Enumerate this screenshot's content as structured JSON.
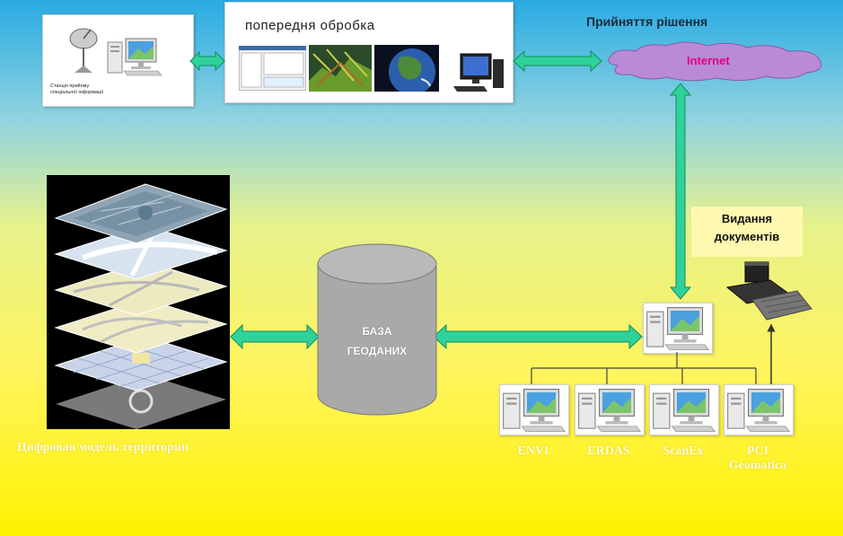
{
  "station": {
    "caption_line1": "Станція прийому",
    "caption_line2": "спеціальної інформації"
  },
  "preprocessing": {
    "title": "попередня обробка"
  },
  "decision": {
    "title": "Прийняття рішення"
  },
  "internet": {
    "label": "Internet"
  },
  "database": {
    "line1": "БАЗА",
    "line2": "ГЕОДАНИХ"
  },
  "digital_model": {
    "label": "Цифровая модель территории"
  },
  "documents": {
    "line1": "Видання",
    "line2": "документів"
  },
  "software": [
    {
      "label_line1": "ENVI",
      "label_line2": ""
    },
    {
      "label_line1": "ERDAS",
      "label_line2": ""
    },
    {
      "label_line1": "ScanEx",
      "label_line2": ""
    },
    {
      "label_line1": "PCI",
      "label_line2": "Geomatica"
    }
  ],
  "colors": {
    "arrow": "#2fd29a",
    "arrow_stroke": "#138a5f",
    "cloud": "#b98ad8",
    "internet_text": "#e5007e",
    "db_body": "#a9a9a9"
  }
}
